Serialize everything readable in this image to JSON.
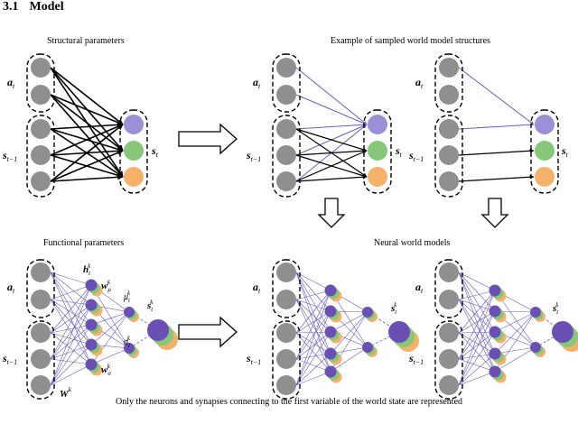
{
  "section": {
    "number": "3.1",
    "title": "Model"
  },
  "captions": {
    "structural": "Structural parameters",
    "sampled": "Example of sampled world model structures",
    "functional": "Functional parameters",
    "neural": "Neural world models"
  },
  "labels": {
    "a": "a",
    "a_sub": "t",
    "s_prev": "s",
    "s_prev_sub": "t−1",
    "s": "s",
    "s_sub": "t",
    "h": "h",
    "h_sub": "t",
    "h_sup": "k",
    "w_mu": "w",
    "w_mu_sub": "μ",
    "w_mu_sup": "k",
    "mu": "μ",
    "mu_sub": "t",
    "mu_sup": "k",
    "sigma": "σ",
    "sigma_sub": "t",
    "sigma_sup": "k",
    "w_sigma": "w",
    "w_sigma_sub": "σ",
    "w_sigma_sup": "k",
    "W": "W",
    "W_sup": "k"
  },
  "footer": "Only the neurons and synapses connecting to the first variable of the world state are represented",
  "colors": {
    "neuron_gray": "#8f8f8f",
    "purple": "#9b8fd6",
    "green": "#86c77a",
    "orange": "#f5b06a",
    "deep_purple": "#6a4fb5",
    "edge_purple": "#6b5bc4"
  }
}
